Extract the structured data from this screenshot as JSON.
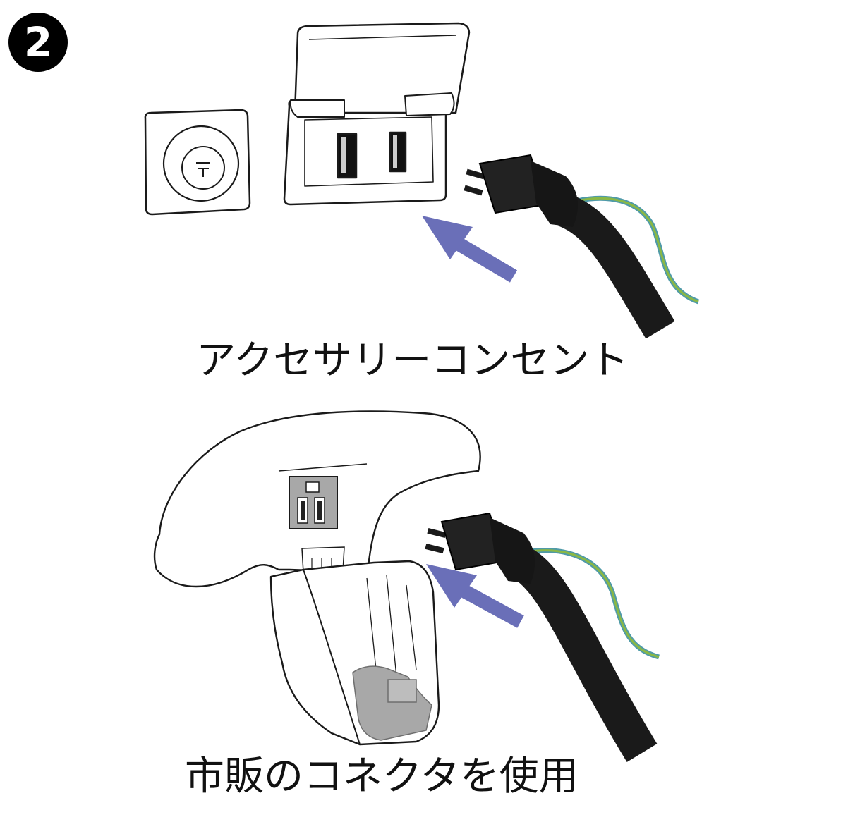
{
  "step_number": "2",
  "panels": [
    {
      "caption": "アクセサリーコンセント"
    },
    {
      "caption": "市販のコネクタを使用"
    }
  ],
  "colors": {
    "arrow": "#6a6fb8",
    "cable": "#1a1a1a",
    "ground_wire_green": "#8ab845",
    "ground_wire_blue": "#4f9aa8",
    "interior_gray": "#a8a8a8",
    "outline": "#1a1a1a"
  },
  "icons": [
    "ground-terminal-icon",
    "insert-arrow-icon"
  ]
}
